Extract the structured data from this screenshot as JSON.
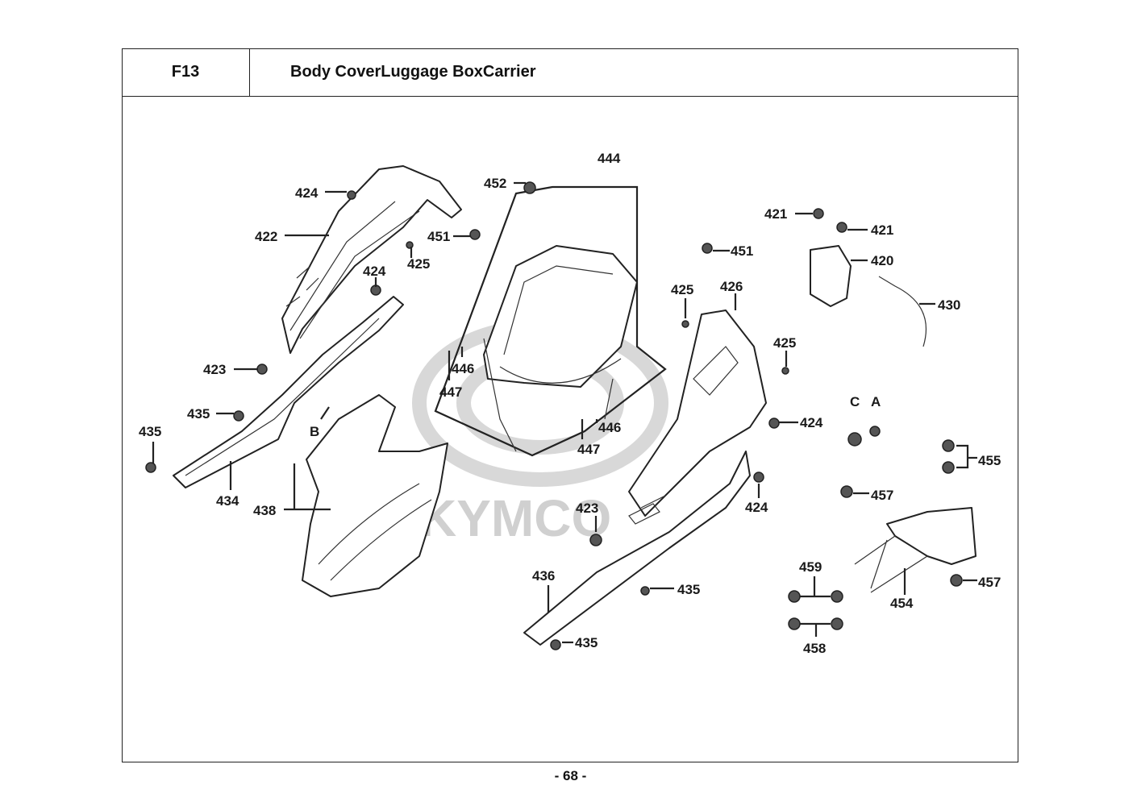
{
  "header": {
    "code": "F13",
    "title": "Body CoverLuggage BoxCarrier"
  },
  "footer": {
    "page": "- 68 -"
  },
  "watermark": {
    "text": "KYMCO"
  },
  "callouts": {
    "p444": "444",
    "p452": "452",
    "p421a": "421",
    "p421b": "421",
    "p424a": "424",
    "p422": "422",
    "p451a": "451",
    "p425a": "425",
    "p451b": "451",
    "p420": "420",
    "p424b": "424",
    "p425b": "425",
    "p426": "426",
    "p430": "430",
    "p446a": "446",
    "p447a": "447",
    "p423a": "423",
    "p425c": "425",
    "p435a": "435",
    "p435b": "435",
    "pB": "B",
    "pC": "C",
    "pA": "A",
    "p424c": "424",
    "p446b": "446",
    "p447b": "447",
    "p455": "455",
    "p434": "434",
    "p438": "438",
    "p457a": "457",
    "p424d": "424",
    "p423b": "423",
    "p459": "459",
    "p436": "436",
    "p435c": "435",
    "p457b": "457",
    "p454": "454",
    "p435d": "435",
    "p458": "458"
  }
}
